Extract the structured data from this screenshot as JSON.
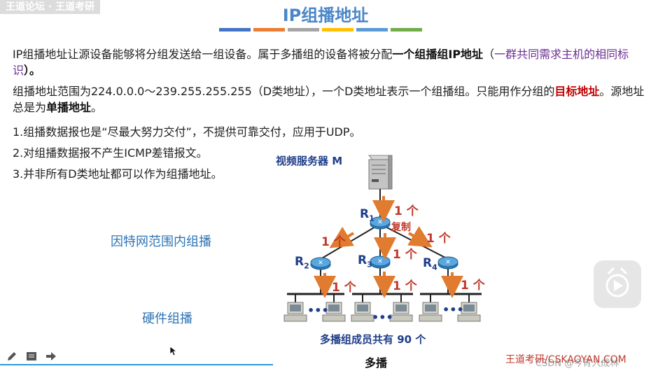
{
  "slide": {
    "forum_label": "王道论坛 · 王道考研",
    "title": "IP组播地址",
    "title_bar_colors": [
      "#4472c4",
      "#ed7d31",
      "#a5a5a5",
      "#ffc000",
      "#5b9bd5",
      "#70ad47"
    ],
    "para1": {
      "normal": "IP组播地址让源设备能够将分组发送给一组设备。属于多播组的设备将被分配",
      "strong": "一个组播组IP地址",
      "paren_open": "（",
      "purple": "一群共同需求主机的相同标识",
      "paren_close": "）。"
    },
    "para2": {
      "normal1": "组播地址范围为224.0.0.0～239.255.255.255（D类地址），一个D类地址表示一个组播组。只能用作分组的",
      "red": "目标地址",
      "normal2": "。源地址总是为",
      "strong": "单播地址",
      "normal3": "。"
    },
    "items": [
      "1.组播数据报也是“尽最大努力交付”，不提供可靠交付，应用于UDP。",
      "2.对组播数据报不产生ICMP差错报文。",
      "3.并非所有D类地址都可以作为组播地址。"
    ],
    "left_labels": {
      "internet": "因特网范围内组播",
      "hardware": "硬件组播"
    },
    "diagram": {
      "server_label": "视频服务器 M",
      "routers": [
        {
          "name": "R",
          "sub": "1"
        },
        {
          "name": "R",
          "sub": "2"
        },
        {
          "name": "R",
          "sub": "3"
        },
        {
          "name": "R",
          "sub": "4"
        }
      ],
      "one_label": "1 个",
      "copy_label": "复制",
      "dots": "•••",
      "members_label": "多播组成员共有 90 个",
      "caption": "多播"
    },
    "watermark": "王道考研/CSKAOYAN.COM",
    "csdn_mark": "CSDN @今宵入成林",
    "toolbar_icons": [
      "pencil-icon",
      "notes-icon",
      "arrow-right-icon"
    ],
    "play_icon": "play-icon"
  }
}
